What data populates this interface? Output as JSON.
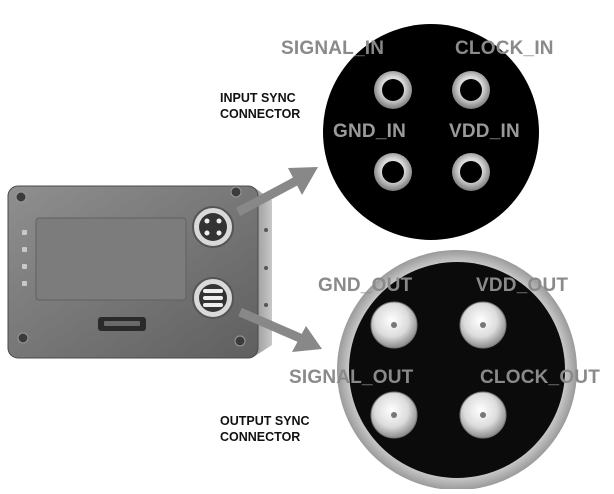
{
  "input_connector": {
    "caption_line1": "INPUT SYNC",
    "caption_line2": "CONNECTOR",
    "pins": [
      "SIGNAL_IN",
      "CLOCK_IN",
      "GND_IN",
      "VDD_IN"
    ],
    "face_color": "#000000",
    "pin_icon": "female-socket-icon"
  },
  "output_connector": {
    "caption_line1": "OUTPUT SYNC",
    "caption_line2": "CONNECTOR",
    "pins": [
      "GND_OUT",
      "VDD_OUT",
      "SIGNAL_OUT",
      "CLOCK_OUT"
    ],
    "face_color": "#0b0b0b",
    "pin_icon": "male-pin-icon"
  },
  "colors": {
    "label_text": "#8a8a8a",
    "caption_text": "#111111",
    "arrow": "#888888",
    "device_body": "#7a7a7a"
  }
}
